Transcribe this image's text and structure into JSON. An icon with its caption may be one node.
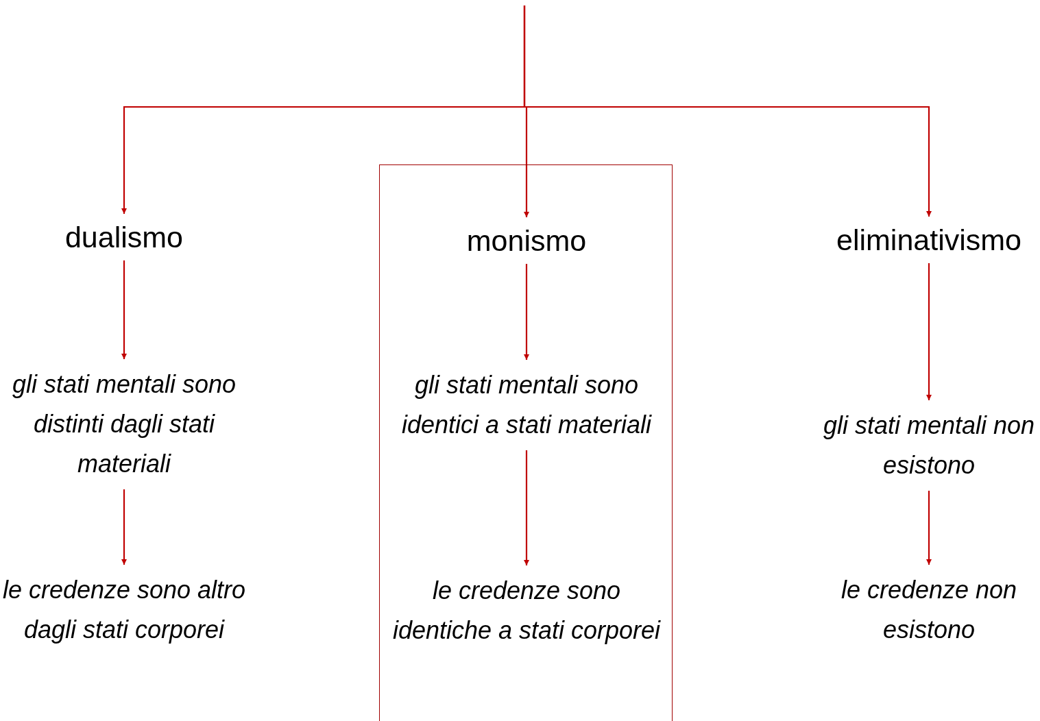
{
  "diagram": {
    "nodes": [
      {
        "text": [
          "dualismo"
        ]
      },
      {
        "text": [],
        "shape": "box"
      },
      {
        "text": [
          "monismo"
        ],
        "in": 1
      },
      {
        "text": [
          "eliminativismo"
        ]
      },
      {
        "text": [
          "gli stati mentali sono distinti dagli stati materiali"
        ]
      },
      {
        "text": [
          "gli stati mentali sono identici a stati materiali"
        ],
        "in": 1
      },
      {
        "text": [
          "gli stati mentali non esistono"
        ]
      },
      {
        "text": [
          "le credenze sono altro dagli stati corporei"
        ]
      },
      {
        "text": [
          "le credenze sono identiche a stati corporei"
        ],
        "in": 1
      },
      {
        "text": [
          "le credenze non esistono"
        ]
      }
    ],
    "edges": [
      {
        "from": null,
        "to": 0,
        "arrow": "to"
      },
      {
        "from": null,
        "to": 2,
        "arrow": "to"
      },
      {
        "from": null,
        "to": 3,
        "arrow": "to"
      },
      {
        "from": 0,
        "to": 4,
        "arrow": "to"
      },
      {
        "from": 2,
        "to": 5,
        "arrow": "to"
      },
      {
        "from": 3,
        "to": 6,
        "arrow": "to"
      },
      {
        "from": 4,
        "to": 7,
        "arrow": "to"
      },
      {
        "from": 5,
        "to": 8,
        "arrow": "to"
      },
      {
        "from": 6,
        "to": 9,
        "arrow": "to"
      }
    ]
  }
}
